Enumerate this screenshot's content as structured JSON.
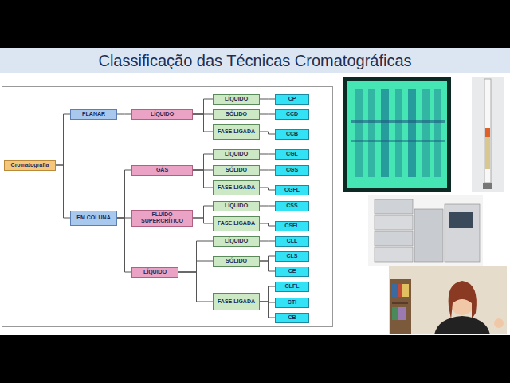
{
  "diagram": {
    "title": "Classificação das Técnicas Cromatográficas",
    "nodes": [
      {
        "text": [
          "Cromatografia"
        ]
      },
      {
        "text": [
          "PLANAR"
        ]
      },
      {
        "text": [
          "LÍQUIDO"
        ]
      },
      {
        "text": [
          "LÍQUIDO"
        ]
      },
      {
        "text": [
          "CP"
        ]
      },
      {
        "text": [
          "SÓLIDO"
        ]
      },
      {
        "text": [
          "CCD"
        ]
      },
      {
        "text": [
          "FASE LIGADA"
        ]
      },
      {
        "text": [
          "CCB"
        ]
      },
      {
        "text": [
          "EM COLUNA"
        ]
      },
      {
        "text": [
          "GÁS"
        ]
      },
      {
        "text": [
          "LÍQUIDO"
        ]
      },
      {
        "text": [
          "CGL"
        ]
      },
      {
        "text": [
          "SÓLIDO"
        ]
      },
      {
        "text": [
          "CGS"
        ]
      },
      {
        "text": [
          "FASE LIGADA"
        ]
      },
      {
        "text": [
          "CGFL"
        ]
      },
      {
        "text": [
          "FLUÍDO SUPERCRÍTICO"
        ]
      },
      {
        "text": [
          "LÍQUIDO"
        ]
      },
      {
        "text": [
          "CSS"
        ]
      },
      {
        "text": [
          "FASE LIGADA"
        ]
      },
      {
        "text": [
          "CSFL"
        ]
      },
      {
        "text": [
          "LÍQUIDO"
        ]
      },
      {
        "text": [
          "LÍQUIDO"
        ]
      },
      {
        "text": [
          "CLL"
        ]
      },
      {
        "text": [
          "SÓLIDO"
        ]
      },
      {
        "text": [
          "CLS"
        ]
      },
      {
        "text": [
          "CE"
        ]
      },
      {
        "text": [
          "FASE LIGADA"
        ]
      },
      {
        "text": [
          "CLFL"
        ]
      },
      {
        "text": [
          "CTI"
        ]
      },
      {
        "text": [
          "CB"
        ]
      }
    ],
    "edges": [
      {
        "from": 0,
        "to": 1,
        "arrow": "none"
      },
      {
        "from": 0,
        "to": 9,
        "arrow": "none"
      },
      {
        "from": 1,
        "to": 2,
        "arrow": "none"
      },
      {
        "from": 2,
        "to": 3,
        "arrow": "none"
      },
      {
        "from": 2,
        "to": 5,
        "arrow": "none"
      },
      {
        "from": 2,
        "to": 7,
        "arrow": "none"
      },
      {
        "from": 3,
        "to": 4,
        "arrow": "none"
      },
      {
        "from": 5,
        "to": 6,
        "arrow": "none"
      },
      {
        "from": 7,
        "to": 8,
        "arrow": "none"
      },
      {
        "from": 9,
        "to": 10,
        "arrow": "none"
      },
      {
        "from": 9,
        "to": 17,
        "arrow": "none"
      },
      {
        "from": 9,
        "to": 22,
        "arrow": "none"
      },
      {
        "from": 10,
        "to": 11,
        "arrow": "none"
      },
      {
        "from": 10,
        "to": 13,
        "arrow": "none"
      },
      {
        "from": 10,
        "to": 15,
        "arrow": "none"
      },
      {
        "from": 11,
        "to": 12,
        "arrow": "none"
      },
      {
        "from": 13,
        "to": 14,
        "arrow": "none"
      },
      {
        "from": 15,
        "to": 16,
        "arrow": "none"
      },
      {
        "from": 17,
        "to": 18,
        "arrow": "none"
      },
      {
        "from": 17,
        "to": 20,
        "arrow": "none"
      },
      {
        "from": 18,
        "to": 19,
        "arrow": "none"
      },
      {
        "from": 20,
        "to": 21,
        "arrow": "none"
      },
      {
        "from": 22,
        "to": 23,
        "arrow": "none"
      },
      {
        "from": 22,
        "to": 25,
        "arrow": "none"
      },
      {
        "from": 22,
        "to": 28,
        "arrow": "none"
      },
      {
        "from": 23,
        "to": 24,
        "arrow": "none"
      },
      {
        "from": 25,
        "to": 26,
        "arrow": "none"
      },
      {
        "from": 25,
        "to": 27,
        "arrow": "none"
      },
      {
        "from": 28,
        "to": 29,
        "arrow": "none"
      },
      {
        "from": 28,
        "to": 30,
        "arrow": "none"
      },
      {
        "from": 28,
        "to": 31,
        "arrow": "none"
      }
    ]
  }
}
